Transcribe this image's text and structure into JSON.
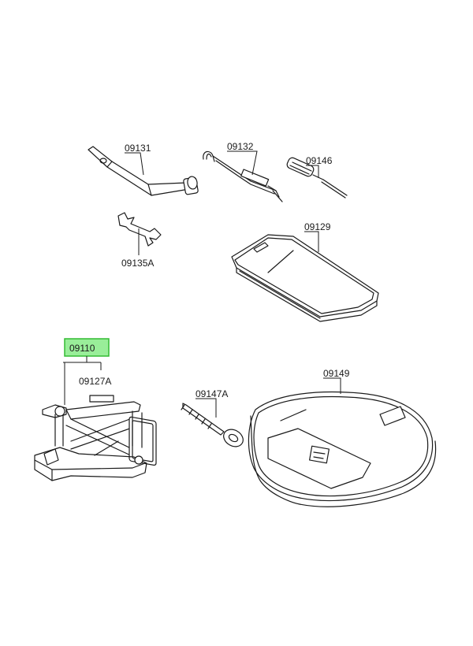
{
  "diagram": {
    "highlight_fill": "#99ee99",
    "highlight_stroke": "#33bb33",
    "parts": [
      {
        "id": "p09131",
        "label": "09131",
        "icon": "lug-wrench-icon"
      },
      {
        "id": "p09132",
        "label": "09132",
        "icon": "hook-rod-icon"
      },
      {
        "id": "p09146",
        "label": "09146",
        "icon": "screwdriver-icon"
      },
      {
        "id": "p09135A",
        "label": "09135A",
        "icon": "open-end-wrench-icon"
      },
      {
        "id": "p09129",
        "label": "09129",
        "icon": "tool-bag-icon"
      },
      {
        "id": "p09110",
        "label": "09110",
        "icon": "scissor-jack-icon",
        "highlighted": true
      },
      {
        "id": "p09127A",
        "label": "09127A",
        "icon": "label-plate-icon"
      },
      {
        "id": "p09147A",
        "label": "09147A",
        "icon": "eye-bolt-icon"
      },
      {
        "id": "p09149",
        "label": "09149",
        "icon": "tool-case-icon"
      }
    ]
  }
}
